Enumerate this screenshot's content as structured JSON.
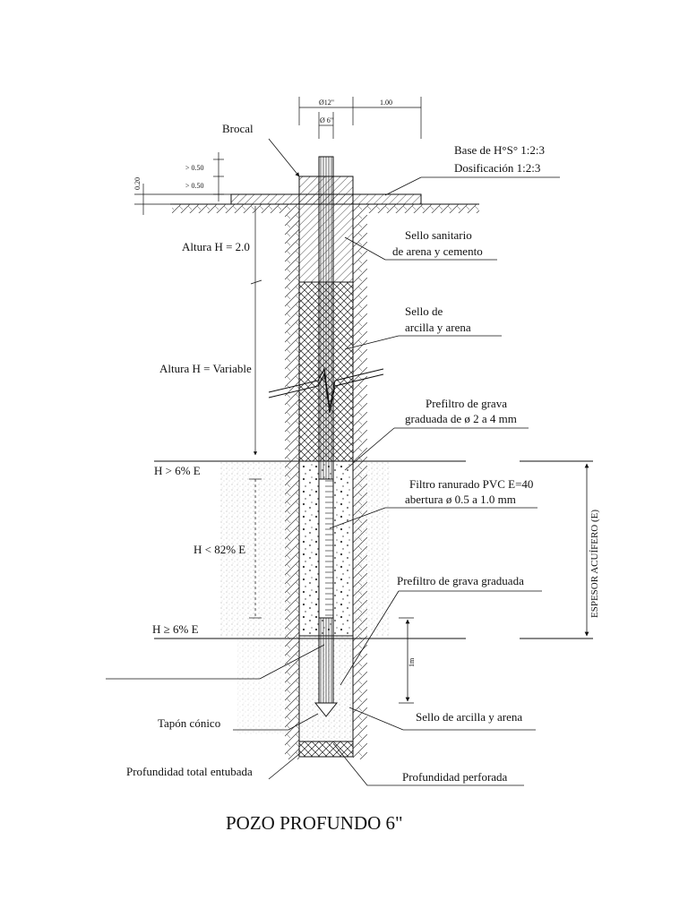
{
  "title": "POZO PROFUNDO 6\"",
  "top_dims": {
    "d12": "Ø12\"",
    "d6": "Ø 6\"",
    "span": "1.00"
  },
  "left_dims": {
    "a": "> 0.50",
    "b": "> 0.50",
    "c": "0.20"
  },
  "labels": {
    "brocal": "Brocal",
    "base1": "Base de H°S° 1:2:3",
    "base2": "Dosificación  1:2:3",
    "sello_sanit1": "Sello sanitario",
    "sello_sanit2": "de arena y cemento",
    "altura_2": "Altura H = 2.0",
    "sello_arc1": "Sello de",
    "sello_arc2": "arcilla y arena",
    "altura_var": "Altura H = Variable",
    "prefiltro1": "Prefiltro de grava",
    "prefiltro2": "graduada de ø 2 a 4 mm",
    "h_top": "H > 6% E",
    "filtro1": "Filtro ranurado   PVC E=40",
    "filtro2": "abertura ø 0.5 a 1.0 mm",
    "h_mid": "H < 82% E",
    "espesor": "ESPESOR ACUÍFERO (E)",
    "prefiltro_grad": "Prefiltro de grava graduada",
    "h_bot": "H ≥ 6% E",
    "one_m": "1m",
    "tapon": "Tapón cónico",
    "sello_arc_bot": "Sello de arcilla y arena",
    "prof_entubada": "Profundidad total entubada",
    "prof_perforada": "Profundidad perforada"
  },
  "colors": {
    "ink": "#111111",
    "grey": "#cfcfcf"
  }
}
